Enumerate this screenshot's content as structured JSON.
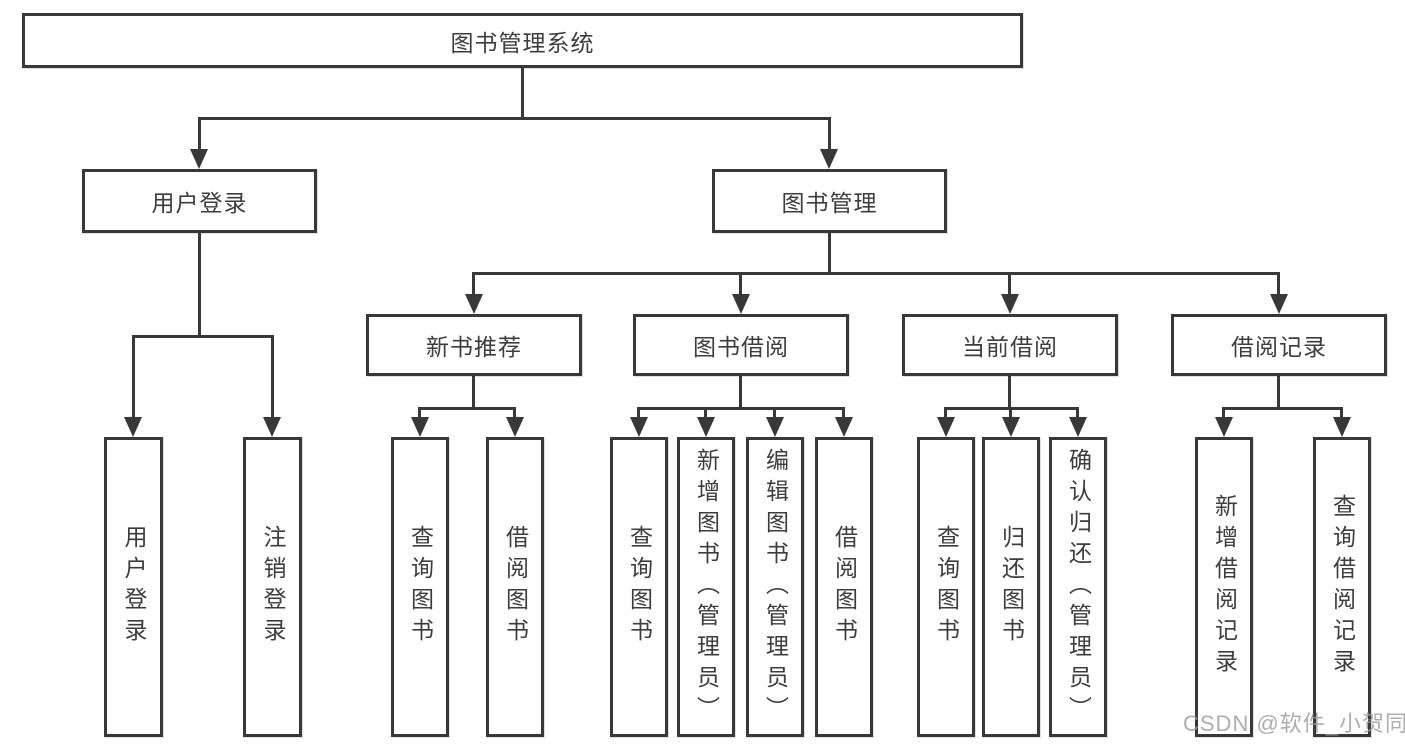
{
  "diagram_type": "hierarchy-tree",
  "colors": {
    "line": "#383838",
    "border": "#383838",
    "text": "#3d3d3d",
    "background": "#ffffff",
    "watermark": "#9b9b9b"
  },
  "tree": {
    "label": "图书管理系统",
    "children": [
      {
        "label": "用户登录",
        "children": [
          {
            "label": "用户登录"
          },
          {
            "label": "注销登录"
          }
        ]
      },
      {
        "label": "图书管理",
        "children": [
          {
            "label": "新书推荐",
            "children": [
              {
                "label": "查询图书"
              },
              {
                "label": "借阅图书"
              }
            ]
          },
          {
            "label": "图书借阅",
            "children": [
              {
                "label": "查询图书"
              },
              {
                "label": "新增图书（管理员）"
              },
              {
                "label": "编辑图书（管理员）"
              },
              {
                "label": "借阅图书"
              }
            ]
          },
          {
            "label": "当前借阅",
            "children": [
              {
                "label": "查询图书"
              },
              {
                "label": "归还图书"
              },
              {
                "label": "确认归还（管理员）"
              }
            ]
          },
          {
            "label": "借阅记录",
            "children": [
              {
                "label": "新增借阅记录"
              },
              {
                "label": "查询借阅记录"
              }
            ]
          }
        ]
      }
    ]
  },
  "watermark": "CSDN @软件_小贺同学"
}
